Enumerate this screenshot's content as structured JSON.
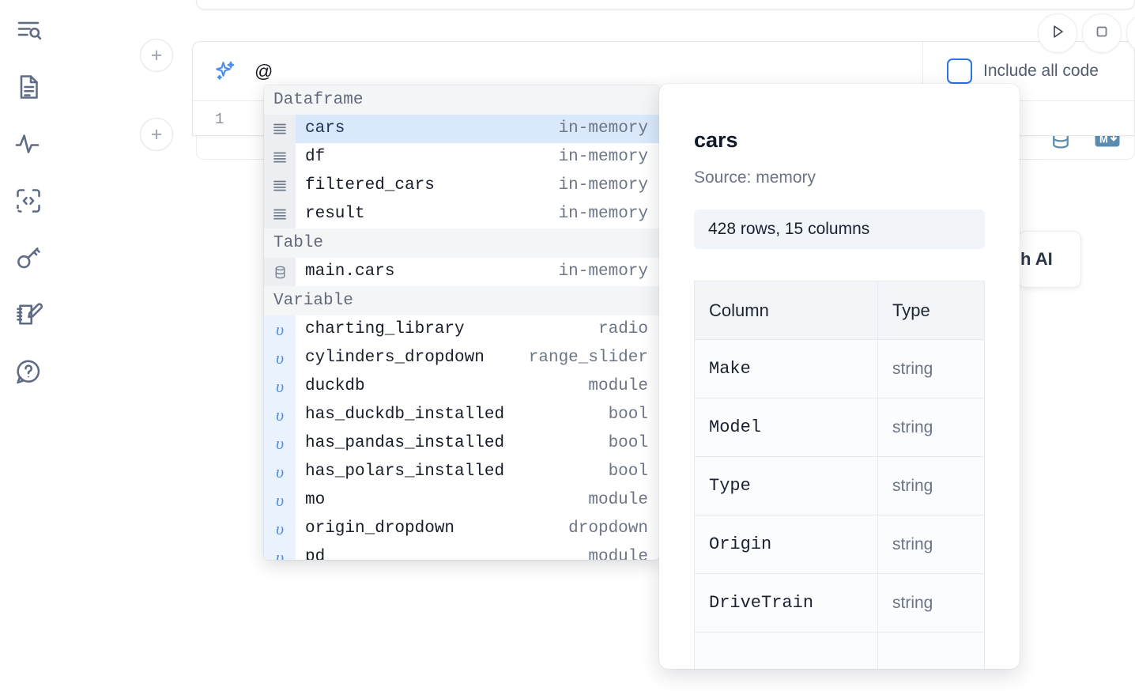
{
  "app": {
    "background": "#ffffff",
    "accent": "#2f72e3"
  },
  "sidebar": {
    "items": [
      {
        "name": "explore-outline-icon",
        "label": "Outline / Search"
      },
      {
        "name": "file-text-icon",
        "label": "Notebook File"
      },
      {
        "name": "activity-icon",
        "label": "Activity"
      },
      {
        "name": "code-brackets-icon",
        "label": "Snippets"
      },
      {
        "name": "key-icon",
        "label": "Secrets"
      },
      {
        "name": "scratchpad-icon",
        "label": "Scratchpad"
      },
      {
        "name": "help-chat-icon",
        "label": "Help"
      }
    ]
  },
  "toolbar": {
    "run_label": "Run",
    "stop_label": "Stop",
    "more_label": "More",
    "add_cell_above_label": "+",
    "add_cell_below_label": "+"
  },
  "prompt": {
    "value": "@",
    "placeholder": "",
    "sparkle_icon": "ai-sparkle-icon",
    "line_number": "1",
    "include_all_code_label": "Include all code",
    "include_all_code_checked": false
  },
  "output_card": {
    "icons": [
      {
        "name": "database-icon",
        "label": "Database"
      },
      {
        "name": "markdown-icon",
        "label": "M↓"
      }
    ]
  },
  "chat_button": {
    "label": "h AI"
  },
  "autocomplete": {
    "groups": [
      {
        "title": "Dataframe",
        "icon": "dataframe-icon",
        "gutter_kind": "df",
        "items": [
          {
            "name": "cars",
            "meta": "in-memory",
            "selected": true
          },
          {
            "name": "df",
            "meta": "in-memory",
            "selected": false
          },
          {
            "name": "filtered_cars",
            "meta": "in-memory",
            "selected": false
          },
          {
            "name": "result",
            "meta": "in-memory",
            "selected": false
          }
        ]
      },
      {
        "title": "Table",
        "icon": "database-table-icon",
        "gutter_kind": "tbl",
        "items": [
          {
            "name": "main.cars",
            "meta": "in-memory",
            "selected": false
          }
        ]
      },
      {
        "title": "Variable",
        "icon": "variable-icon",
        "gutter_kind": "var",
        "items": [
          {
            "name": "charting_library",
            "meta": "radio",
            "selected": false
          },
          {
            "name": "cylinders_dropdown",
            "meta": "range_slider",
            "selected": false
          },
          {
            "name": "duckdb",
            "meta": "module",
            "selected": false
          },
          {
            "name": "has_duckdb_installed",
            "meta": "bool",
            "selected": false
          },
          {
            "name": "has_pandas_installed",
            "meta": "bool",
            "selected": false
          },
          {
            "name": "has_polars_installed",
            "meta": "bool",
            "selected": false
          },
          {
            "name": "mo",
            "meta": "module",
            "selected": false
          },
          {
            "name": "origin_dropdown",
            "meta": "dropdown",
            "selected": false
          },
          {
            "name": "pd",
            "meta": "module",
            "selected": false
          }
        ]
      }
    ]
  },
  "detail": {
    "title": "cars",
    "source": "Source: memory",
    "shape": "428 rows, 15 columns",
    "table": {
      "headers": [
        "Column",
        "Type"
      ],
      "rows": [
        [
          "Make",
          "string"
        ],
        [
          "Model",
          "string"
        ],
        [
          "Type",
          "string"
        ],
        [
          "Origin",
          "string"
        ],
        [
          "DriveTrain",
          "string"
        ],
        [
          "",
          ""
        ]
      ]
    }
  }
}
